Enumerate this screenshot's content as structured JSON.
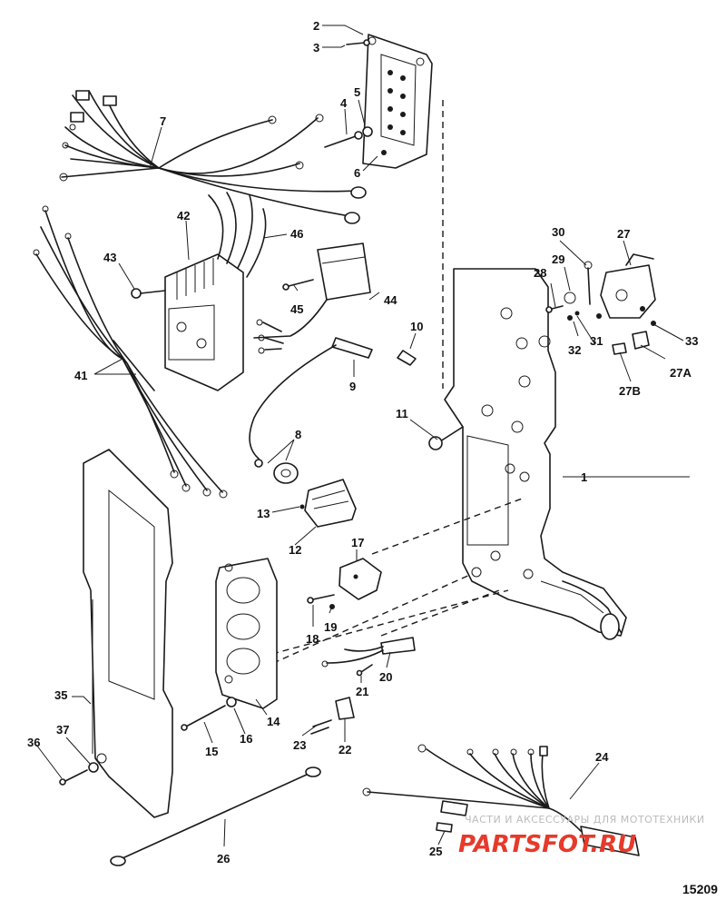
{
  "diagram": {
    "callouts": [
      {
        "id": "c1",
        "text": "1"
      },
      {
        "id": "c2",
        "text": "2"
      },
      {
        "id": "c3",
        "text": "3"
      },
      {
        "id": "c4",
        "text": "4"
      },
      {
        "id": "c5",
        "text": "5"
      },
      {
        "id": "c6",
        "text": "6"
      },
      {
        "id": "c7",
        "text": "7"
      },
      {
        "id": "c8",
        "text": "8"
      },
      {
        "id": "c9",
        "text": "9"
      },
      {
        "id": "c10",
        "text": "10"
      },
      {
        "id": "c11",
        "text": "11"
      },
      {
        "id": "c12",
        "text": "12"
      },
      {
        "id": "c13",
        "text": "13"
      },
      {
        "id": "c14",
        "text": "14"
      },
      {
        "id": "c15",
        "text": "15"
      },
      {
        "id": "c16",
        "text": "16"
      },
      {
        "id": "c17",
        "text": "17"
      },
      {
        "id": "c18",
        "text": "18"
      },
      {
        "id": "c19",
        "text": "19"
      },
      {
        "id": "c20",
        "text": "20"
      },
      {
        "id": "c21",
        "text": "21"
      },
      {
        "id": "c22",
        "text": "22"
      },
      {
        "id": "c23",
        "text": "23"
      },
      {
        "id": "c24",
        "text": "24"
      },
      {
        "id": "c25",
        "text": "25"
      },
      {
        "id": "c26",
        "text": "26"
      },
      {
        "id": "c27",
        "text": "27"
      },
      {
        "id": "c27a",
        "text": "27A"
      },
      {
        "id": "c27b",
        "text": "27B"
      },
      {
        "id": "c28",
        "text": "28"
      },
      {
        "id": "c29",
        "text": "29"
      },
      {
        "id": "c30",
        "text": "30"
      },
      {
        "id": "c31",
        "text": "31"
      },
      {
        "id": "c32",
        "text": "32"
      },
      {
        "id": "c33",
        "text": "33"
      },
      {
        "id": "c35",
        "text": "35"
      },
      {
        "id": "c36",
        "text": "36"
      },
      {
        "id": "c37",
        "text": "37"
      },
      {
        "id": "c41",
        "text": "41"
      },
      {
        "id": "c42",
        "text": "42"
      },
      {
        "id": "c43",
        "text": "43"
      },
      {
        "id": "c44",
        "text": "44"
      },
      {
        "id": "c45",
        "text": "45"
      },
      {
        "id": "c46",
        "text": "46"
      }
    ],
    "figure_number": "15209",
    "watermark": {
      "tagline": "ЧАСТИ И АКСЕССУАРЫ ДЛЯ МОТОТЕХНИКИ",
      "brand": "PARTSFOT.RU"
    }
  }
}
